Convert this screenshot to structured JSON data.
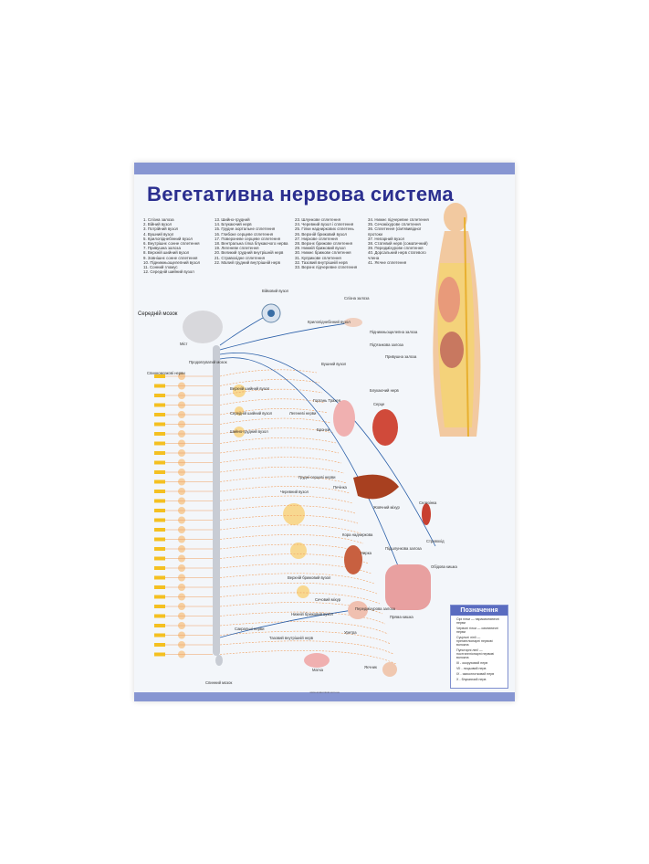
{
  "title": "Вегетативна нервова система",
  "list1": [
    "1. Слізна залоза",
    "2. Війний вузол",
    "3. Потрійний вузол",
    "4. Вушний вузол",
    "5. Крилопіднебінний вузол",
    "6. Внутрішнє сонне сплетення",
    "7. Привушна залоза",
    "8. Верхній шийний вузол",
    "9. Зовнішнє сонне сплетення",
    "10. Піднижньощелепний вузол",
    "11. Сонний гломус",
    "12. Середній шийний вузол"
  ],
  "list2": [
    "13. Шийно-грудний",
    "14. Блукаючий нерв",
    "15. Грудне аортальне сплетення",
    "16. Глибоке серцеве сплетення",
    "17. Поверхневе серцеве сплетення",
    "18. Вентральна гілка блукаючого нерва",
    "19. Легеневе сплетення",
    "20. Великий грудний внутрішній нерв",
    "21. Стравохідне сплетення",
    "22. Малий грудний внутрішній нерв"
  ],
  "list3": [
    "23. Шлункове сплетення",
    "24. Черевний вузол і сплетення",
    "25. Гілки надниркових сплетень",
    "26. Верхній брижовий вузол",
    "27. Нирхове сплетення",
    "28. Верхнє брижове сплетення",
    "29. Нижній брижовий вузол",
    "30. Нижнє брижове сплетення",
    "31. Куприкове сплетення",
    "32. Тазовий внутрішній нерв",
    "33. Верхнє підчеревне сплетення"
  ],
  "list4": [
    "34. Нижнє підчеревне сплетення",
    "35. Сечоміхурове сплетення",
    "36. Сплетення (сім'явивідної протоки",
    "37. Непарний вузол",
    "38. Статевий нерв (соматичний)",
    "39. Передміхурове сплетення",
    "40. Дорсальний нерв статевого члена",
    "41. Яєчне сплетення"
  ],
  "labels": {
    "midbrain": "Середній мозок",
    "pons": "Міст",
    "medulla": "Продовгуватий мозок",
    "spinal_nerves": "Спинномозкові нерви",
    "ciliary": "Війковий вузол",
    "lacrimal": "Слізна залоза",
    "ptery": "Крилопіднебінний вузол",
    "submand": "Піднижньощелепна залоза",
    "sublingual": "Під'язикова залоза",
    "parotid": "Привушна залоза",
    "otic": "Вушний вузол",
    "vagus": "Блукаючий нерв",
    "sup_cerv": "Верхній шийний вузол",
    "mid_cerv": "Середній шийний вузол",
    "cervthor": "Шийно-грудний вузол",
    "larynx": "Гортань Трахея",
    "lung_n": "Легеневі нерви",
    "bronchi": "Бронхи",
    "heart": "Серце",
    "cardiac": "Грудні серцеві нерви",
    "celiac": "Черевний вузол",
    "liver": "Печінка",
    "stomach": "Жовчний міхур",
    "spleen": "Селезінка",
    "pancreas": "Підшлункова залоза",
    "adrenal": "Кора надниркова",
    "kidney": "Нирка",
    "esoph": "Стравохід",
    "intestine": "Обідова кишка",
    "sup_mes": "Верхній брижовий вузол",
    "inf_mes": "Нижній брижовий вузол",
    "bladder": "Сечовий міхур",
    "prostate": "Передміхурова залоза",
    "rectum": "Пряма кишка",
    "urethra": "Уретра",
    "uterus": "Матка",
    "ovary": "Яєчник",
    "pelvic": "Тазовий внутрішній нерв",
    "sacral": "Сакральні нерви",
    "spinal_cord": "Спинний мозок"
  },
  "legend": {
    "title": "Позначення",
    "items": [
      "Сірі гілки — парасимпатичні нерви",
      "Червоні гілки — симпатичні нерви",
      "Суцільні лінії — прегангліонарні нервові волокна",
      "Пунктирні лінії — постгангліонарні нервові волокна",
      "III - окоруховий нерв",
      "VII - лицьовий нерв",
      "IX - язикоглотковий нерв",
      "X - блукаючий нерв"
    ]
  },
  "footer": "www.anatomical.com.ua",
  "colors": {
    "band": "#8796d2",
    "title": "#2b2f8f",
    "sympathetic": "#f0a060",
    "parasympathetic": "#2a5fa8"
  }
}
